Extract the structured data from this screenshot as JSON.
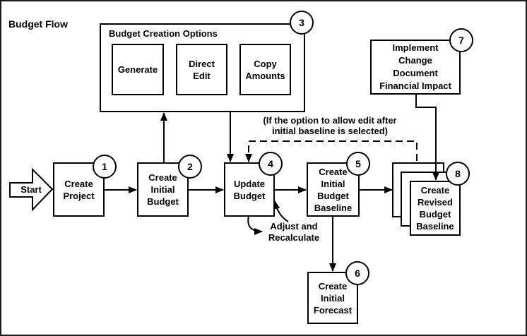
{
  "title": "Budget Flow",
  "colors": {
    "stroke": "#000000",
    "background": "#ffffff"
  },
  "start": {
    "label": "Start"
  },
  "creation_options": {
    "title": "Budget Creation Options",
    "badge": "3",
    "options": {
      "generate": {
        "label": "Generate"
      },
      "direct_edit": {
        "label": "Direct\nEdit"
      },
      "copy_amounts": {
        "label": "Copy\nAmounts"
      }
    }
  },
  "steps": {
    "create_project": {
      "num": "1",
      "label": "Create\nProject"
    },
    "create_initial_budget": {
      "num": "2",
      "label": "Create\nInitial\nBudget"
    },
    "update_budget": {
      "num": "4",
      "label": "Update\nBudget"
    },
    "create_initial_budget_baseline": {
      "num": "5",
      "label": "Create\nInitial\nBudget\nBaseline"
    },
    "create_initial_forecast": {
      "num": "6",
      "label": "Create\nInitial\nForecast"
    },
    "implement_change_document": {
      "num": "7",
      "label": "Implement\nChange\nDocument\nFinancial Impact"
    },
    "create_revised_budget_baseline": {
      "num": "8",
      "label": "Create\nRevised\nBudget\nBaseline"
    }
  },
  "annotations": {
    "edit_condition": "(If the option to allow edit after\ninitial baseline is selected)",
    "adjust_recalculate": "Adjust and\nRecalculate"
  }
}
